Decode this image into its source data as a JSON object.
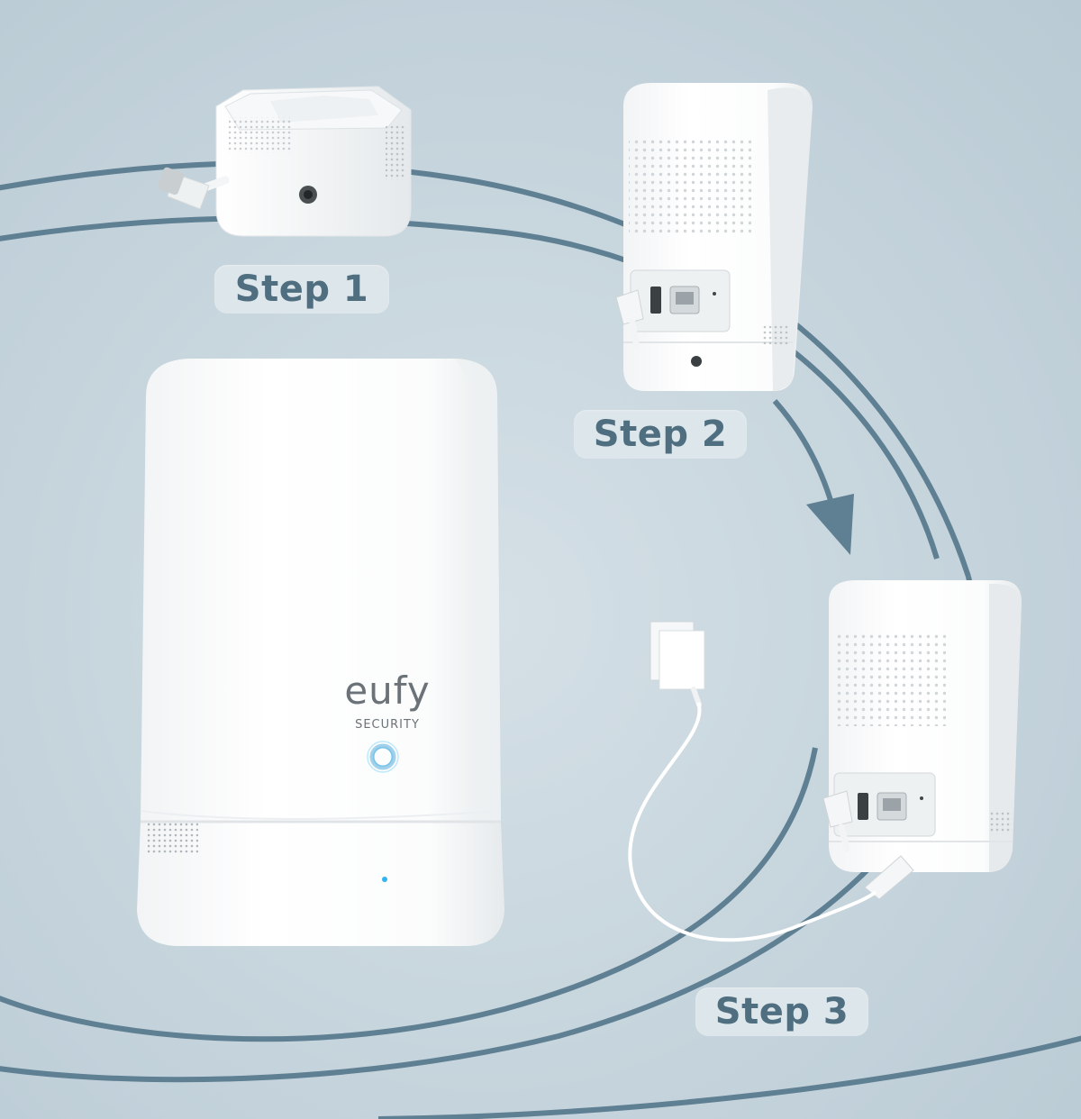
{
  "steps": [
    {
      "label": "Step 1"
    },
    {
      "label": "Step 2"
    },
    {
      "label": "Step 3"
    }
  ],
  "product": {
    "brand": "eufy",
    "subtitle": "SECURITY"
  },
  "colors": {
    "background": "#c8d6de",
    "ring": "#5f7f93",
    "label_bg": "#dde6eb",
    "label_text": "#4f6f80",
    "device_white": "#ffffff",
    "indicator_blue": "#2fb6f0"
  }
}
